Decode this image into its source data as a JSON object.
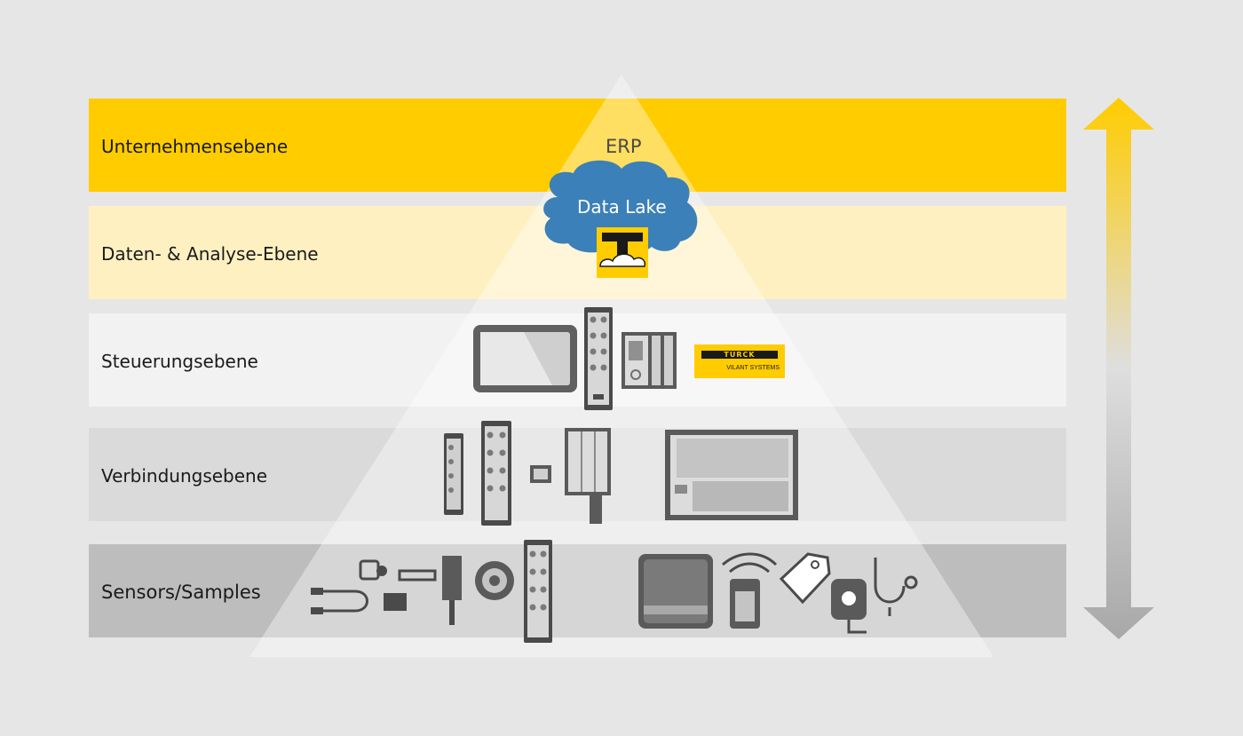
{
  "layers": [
    {
      "label": "Unternehmensebene",
      "color": "#ffcc00"
    },
    {
      "label": "Daten- & Analyse-Ebene",
      "color": "#fff0c2"
    },
    {
      "label": "Steuerungsebene",
      "color": "#f2f2f2"
    },
    {
      "label": "Verbindungsebene",
      "color": "#dadada"
    },
    {
      "label": "Sensors/Samples",
      "color": "#bdbdbd"
    }
  ],
  "pyramid": {
    "top_label": "ERP",
    "cloud_label": "Data Lake",
    "cloud_color": "#3b80b8"
  },
  "logos": {
    "turck_word": "TURCK",
    "turck_sub": "VILANT SYSTEMS"
  },
  "arrow": {
    "direction": "bidirectional-vertical",
    "top_color": "#ffcc00",
    "bottom_color": "#a8a8a8"
  },
  "icons": {
    "control": [
      "hmi-panel-icon",
      "io-module-icon",
      "plc-controller-icon",
      "turck-vilant-logo"
    ],
    "connection": [
      "io-block-slim-icon",
      "io-block-wide-icon",
      "junction-box-icon",
      "modular-io-icon",
      "rack-io-system-icon"
    ],
    "sensors": [
      "cable-connector-icon",
      "proximity-sensor-icon",
      "cylindrical-sensor-icon",
      "valve-icon",
      "inductive-sensor-icon",
      "round-sensor-icon",
      "io-module-icon",
      "rfid-reader-icon",
      "handheld-scanner-icon",
      "rfid-tag-icon",
      "iv-bag-icon",
      "stethoscope-icon"
    ]
  }
}
